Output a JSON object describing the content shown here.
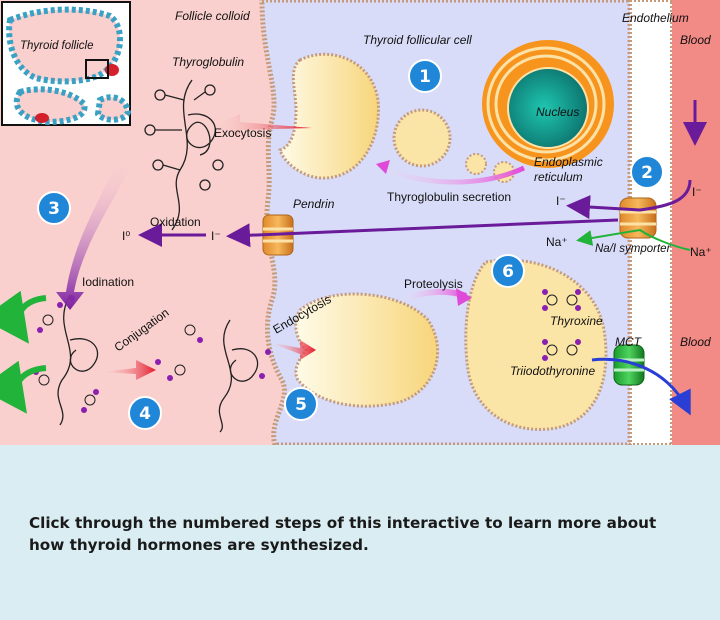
{
  "labels": {
    "follicle_colloid": "Follicle colloid",
    "thyroid_follicular_cell": "Thyroid follicular cell",
    "endothelium": "Endothelium",
    "blood_top": "Blood",
    "blood_bottom": "Blood",
    "inset_thyroid_follicle": "Thyroid follicle",
    "thyroglobulin": "Thyroglobulin",
    "exocytosis": "Exocytosis",
    "nucleus": "Nucleus",
    "endoplasmic_reticulum_line1": "Endoplasmic",
    "endoplasmic_reticulum_line2": "reticulum",
    "thyroglobulin_secretion": "Thyroglobulin secretion",
    "pendrin": "Pendrin",
    "oxidation": "Oxidation",
    "iodine_i0": "I⁰",
    "iodide_colloid": "I⁻",
    "iodide_cell": "I⁻",
    "iodide_blood": "I⁻",
    "sodium_cell": "Na⁺",
    "sodium_blood": "Na⁺",
    "symporter": "Na/I symporter",
    "iodination": "Iodination",
    "conjugation": "Conjugation",
    "endocytosis": "Endocytosis",
    "proteolysis": "Proteolysis",
    "thyroxine": "Thyroxine",
    "triiodothyronine": "Triiodothyronine",
    "mct": "MCT"
  },
  "steps": [
    "1",
    "2",
    "3",
    "4",
    "5",
    "6"
  ],
  "caption": "Click through the numbered steps of this interactive to learn more about how thyroid hormones are synthesized.",
  "colors": {
    "colloid": "#f9d0ce",
    "cell": "#d9dcf8",
    "blood": "#f28a86",
    "vesicle": "#fbe5a6",
    "step_button": "#1f86d8",
    "caption_panel": "#d9edf2",
    "nucleus": "#f7941d"
  }
}
